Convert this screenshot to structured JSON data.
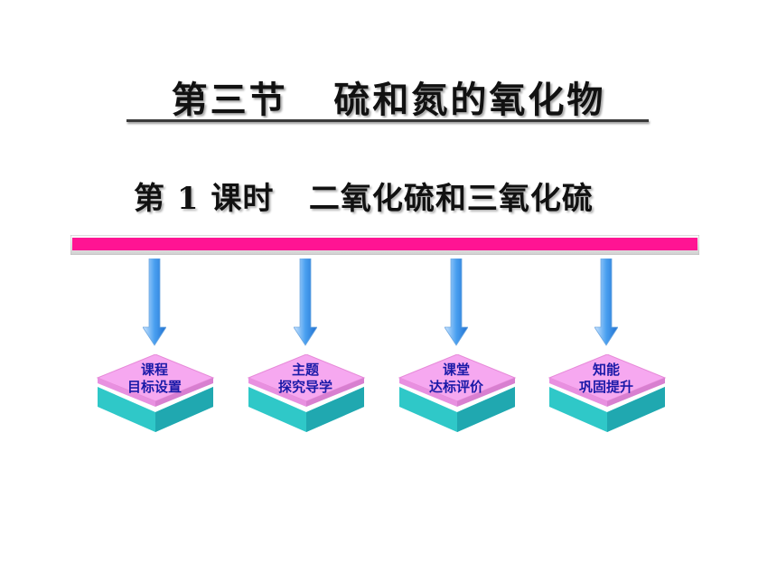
{
  "slide": {
    "title": "第三节   硫和氮的氧化物",
    "subtitle": "第 1 课时   二氧化硫和三氧化硫"
  },
  "nodes": [
    {
      "line1": "课程",
      "line2": "目标设置"
    },
    {
      "line1": "主题",
      "line2": "探究导学"
    },
    {
      "line1": "课堂",
      "line2": "达标评价"
    },
    {
      "line1": "知能",
      "line2": "巩固提升"
    }
  ],
  "colors": {
    "bar": "#ff1493",
    "arrow": "#3a8ee8",
    "platform_top": "#f6a8f0",
    "platform_side": "#2fc8c8",
    "label": "#1a1aa8"
  }
}
